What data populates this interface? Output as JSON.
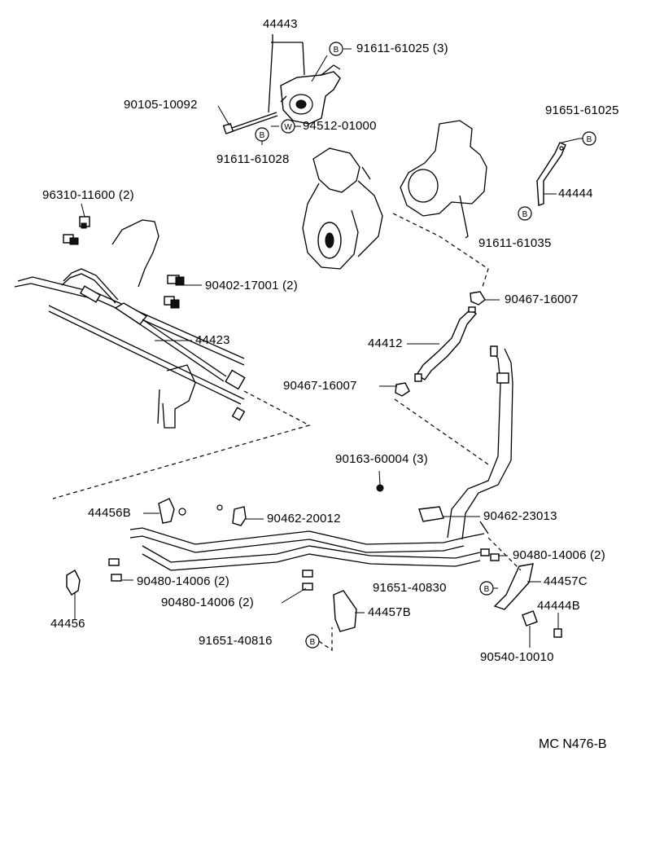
{
  "diagram_code": "MC N476-B",
  "symbols": {
    "bolt": "B",
    "washer": "W"
  },
  "labels": {
    "p44443": "44443",
    "p91611_61025": "91611-61025 (3)",
    "p90105_10092": "90105-10092",
    "p94512_01000": "94512-01000",
    "p91611_61028": "91611-61028",
    "p91651_61025": "91651-61025",
    "p44444": "44444",
    "p91611_61035": "91611-61035",
    "p96310_11600": "96310-11600 (2)",
    "p90402_17001": "90402-17001 (2)",
    "p44423": "44423",
    "p90467_16007_a": "90467-16007",
    "p44412": "44412",
    "p90467_16007_b": "90467-16007",
    "p90163_60004": "90163-60004 (3)",
    "p44456B": "44456B",
    "p90462_20012": "90462-20012",
    "p90462_23013": "90462-23013",
    "p90480_14006_a": "90480-14006 (2)",
    "p91651_40830": "91651-40830",
    "p44457C": "44457C",
    "p90480_14006_b": "90480-14006 (2)",
    "p90480_14006_c": "90480-14006 (2)",
    "p44457B": "44457B",
    "p44444B": "44444B",
    "p44456": "44456",
    "p91651_40816": "91651-40816",
    "p90540_10010": "90540-10010"
  }
}
